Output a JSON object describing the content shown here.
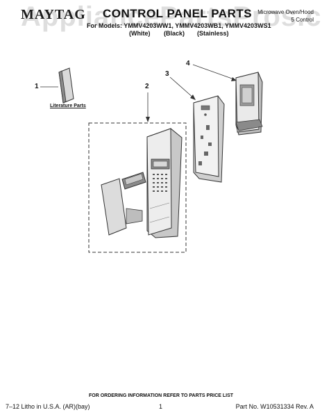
{
  "header": {
    "brand": "MAYTAG",
    "title": "CONTROL PANEL PARTS",
    "product": "Microwave Oven/Hood",
    "page_code": "5 Control",
    "models_line": "For Models: YMMV4203WW1, YMMV4203WB1, YMMV4203WS1",
    "variants": [
      "(White)",
      "(Black)",
      "(Stainless)"
    ]
  },
  "watermark": "AppliancePartsPros.com",
  "callouts": [
    "1",
    "2",
    "3",
    "4"
  ],
  "literature_label": "Literature Parts",
  "footer": {
    "note": "FOR ORDERING INFORMATION REFER TO PARTS PRICE LIST",
    "litho": "7–12 Litho in U.S.A. (AR)(bay)",
    "page": "1",
    "part_number": "Part No. W10531334 Rev. A"
  },
  "colors": {
    "line": "#333333",
    "fill_light": "#ededed",
    "fill_mid": "#c8c8c8",
    "fill_dark": "#8a8a8a"
  }
}
